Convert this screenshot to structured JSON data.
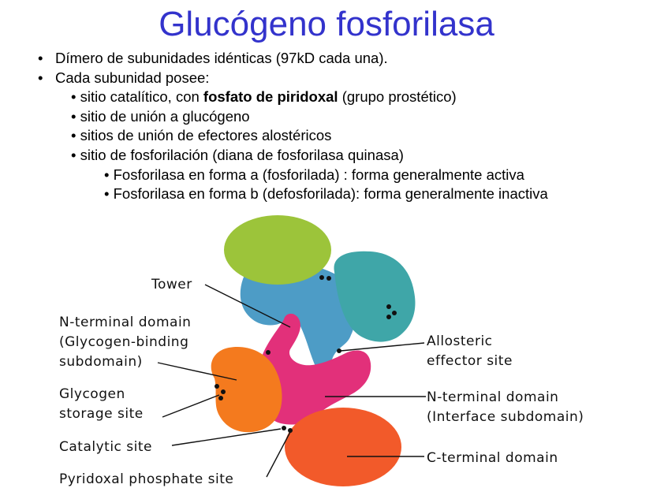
{
  "title": "Glucógeno fosforilasa",
  "bullets": [
    {
      "text": "Dímero de subunidades idénticas (97kD cada una)."
    },
    {
      "text": "Cada subunidad posee:"
    }
  ],
  "sub_bullets": {
    "catalytic_prefix": "• sitio catalítico, con ",
    "catalytic_bold": "fosfato de piridoxal",
    "catalytic_suffix": " (grupo prostético)",
    "glycogen_binding": "• sitio de unión a glucógeno",
    "effector_sites": "• sitios de unión de efectores alostéricos",
    "phospho_site": "• sitio de fosforilación (diana de fosforilasa quinasa)",
    "form_a": "• Fosforilasa en forma a (fosforilada) : forma generalmente activa",
    "form_b": "• Fosforilasa en forma b (defosforilada): forma generalmente inactiva"
  },
  "diagram": {
    "labels": {
      "tower": "Tower",
      "nterm_line1": "N-terminal domain",
      "nterm_line2": "(Glycogen-binding",
      "nterm_line3": "subdomain)",
      "storage_line1": "Glycogen",
      "storage_line2": "storage site",
      "catalytic": "Catalytic site",
      "pyridoxal": "Pyridoxal phosphate site",
      "allosteric_line1": "Allosteric",
      "allosteric_line2": "effector site",
      "interface_line1": "N-terminal domain",
      "interface_line2": "(Interface subdomain)",
      "cterm": "C-terminal domain"
    },
    "colors": {
      "green": "#9cc43a",
      "teal": "#3fa6a8",
      "blue": "#4d9cc6",
      "pink": "#e2307a",
      "orange": "#f47a1e",
      "red_orange": "#f25a2a"
    }
  }
}
